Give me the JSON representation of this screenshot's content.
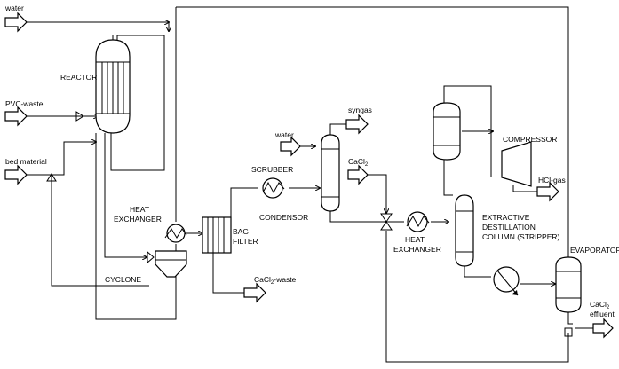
{
  "streams": {
    "water_top": "water",
    "pvc_waste": "PVC-waste",
    "bed_material": "bed material",
    "water_scrubber": "water",
    "syngas": "syngas",
    "cacl2_in": "CaCl",
    "cacl2_in_sub": "2",
    "cacl2_waste": "CaCl",
    "cacl2_waste_sub": "2",
    "cacl2_waste_suffix": "-waste",
    "hcl_gas": "HCl-gas",
    "cacl2_effluent_1": "CaCl",
    "cacl2_effluent_sub": "2",
    "cacl2_effluent_2": "effluent"
  },
  "units": {
    "reactor": "REACTOR",
    "heat_exchanger_1a": "HEAT",
    "heat_exchanger_1b": "EXCHANGER",
    "cyclone": "CYCLONE",
    "bag_filter_a": "BAG",
    "bag_filter_b": "FILTER",
    "scrubber": "SCRUBBER",
    "condensor": "CONDENSOR",
    "heat_exchanger_2a": "HEAT",
    "heat_exchanger_2b": "EXCHANGER",
    "compressor": "COMPRESSOR",
    "column_a": "EXTRACTIVE",
    "column_b": "DESTILLATION",
    "column_c": "COLUMN (STRIPPER)",
    "evaporator": "EVAPORATOR"
  }
}
